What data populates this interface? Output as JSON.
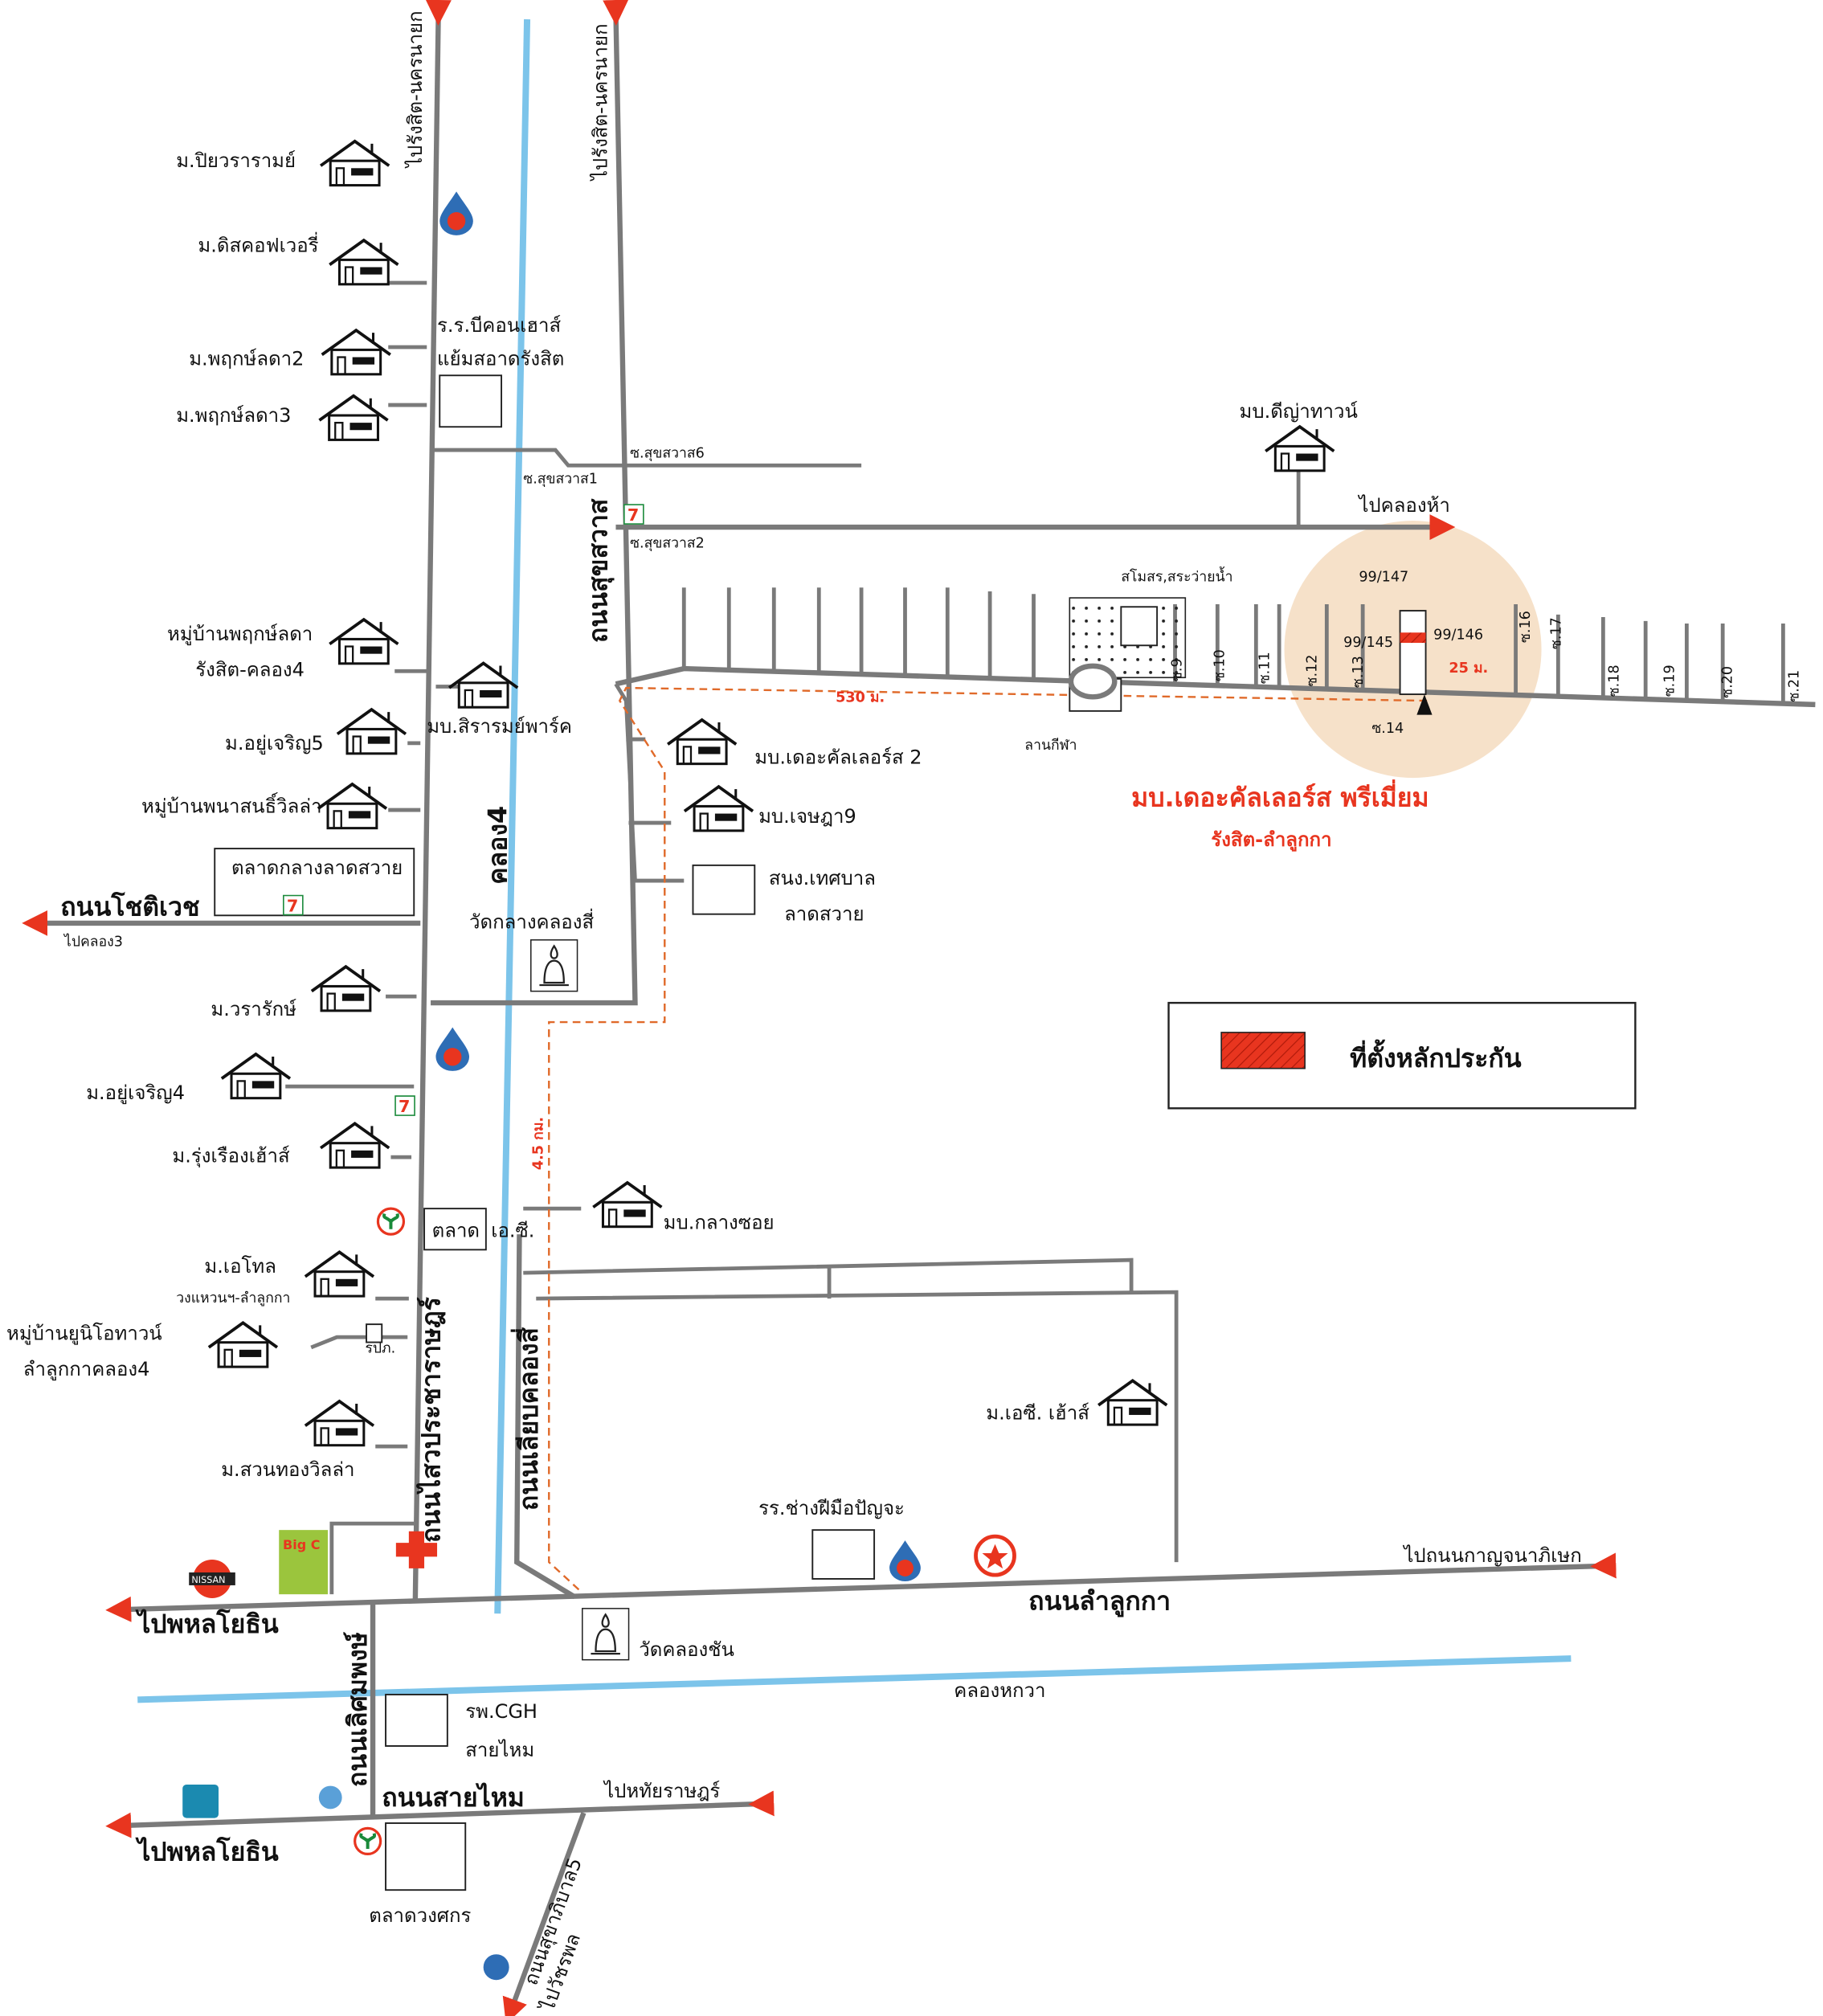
{
  "colors": {
    "road": "#7a7a7a",
    "canal": "#7cc4ea",
    "route": "#e06a2a",
    "arrow": "#e8351f",
    "highlight": "#f5dcc0",
    "collateral": "#e8351f"
  },
  "roads": {
    "sai_prachaya": "ถนนไสวประชาราษฎร์",
    "to_rangsit_1": "ไปรังสิต-นครนายก",
    "to_rangsit_2": "ไปรังสิต-นครนายก",
    "sukhasawat": "ถนนสุขสวาส",
    "khlong4": "คลอง4",
    "liap_khlong": "ถนนเลียบคลองสี่",
    "chotiwet": "ถนนโชติเวช",
    "to_khlong3": "ไปคลอง3",
    "soi6": "ซ.สุขสวาส6",
    "soi1": "ซ.สุขสวาส1",
    "soi2": "ซ.สุขสวาส2",
    "to_khlong5": "ไปคลองห้า",
    "lamlukka": "ถนนลำลูกกา",
    "to_kanchana": "ไปถนนกาญจนาภิเษก",
    "to_phahon_1": "ไปพหลโยธิน",
    "khlong_hok_wa": "คลองหกวา",
    "loet_phong": "ถนนเลิศมพงษ์",
    "sai_mai": "ถนนสายไหม",
    "to_hathai": "ไปหทัยราษฎร์",
    "to_phahon_2": "ไปพหลโยธิน",
    "sukhaphiban5": "ถนนสุขาภิบาล5",
    "to_watcharaphon": "ไปวัชรพล"
  },
  "places": {
    "piyawaram": "ม.ปิยวรารามย์",
    "discovery": "ม.ดิสคอฟเวอรี่",
    "pruksa2": "ม.พฤกษ์ลดา2",
    "pruksa3": "ม.พฤกษ์ลดา3",
    "beaconhouse_1": "ร.ร.บีคอนเฮาส์",
    "beaconhouse_2": "แย้มสอาดรังสิต",
    "dinya": "มบ.ดีญ่าทาวน์",
    "pruksa_k4_1": "หมู่บ้านพฤกษ์ลดา",
    "pruksa_k4_2": "รังสิต-คลอง4",
    "sirarom": "มบ.สิรารมย์พาร์ค",
    "yucharoen5": "ม.อยู่เจริญ5",
    "phanasan": "หมู่บ้านพนาสนธิ์วิลล่า",
    "market_latsawai": "ตลาดกลางลาดสวาย",
    "colors2": "มบ.เดอะคัลเลอร์ส 2",
    "chetsada9": "มบ.เจษฎา9",
    "sanong_1": "สนง.เทศบาล",
    "sanong_2": "ลาดสวาย",
    "wat_klang": "วัดกลางคลองสี่",
    "wararak": "ม.วรารักษ์",
    "yucharoen4": "ม.อยู่เจริญ4",
    "rungruang": "ม.รุ่งเรืองเฮ้าส์",
    "market_ac": "ตลาด",
    "market_ac2": "เอ.ซี.",
    "klangsoi": "มบ.กลางซอย",
    "otel": "ม.เอโทล",
    "otel_sub": "วงแหวนฯ-ลำลูกกา",
    "unio_1": "หมู่บ้านยูนิโอทาวน์",
    "unio_2": "ลำลูกกาคลอง4",
    "police": "รปภ.",
    "suanthong": "ม.สวนทองวิลล่า",
    "achouse": "ม.เอซี. เฮ้าส์",
    "craft_school": "รร.ช่างฝีมือปัญจะ",
    "wat_khlongchan": "วัดคลองชัน",
    "hospital_1": "รพ.CGH",
    "hospital_2": "สายไหม",
    "market_duangsakon": "ตลาดวงศกร",
    "club": "สโมสร,สระว่ายน้ำ",
    "sports": "ลานกีฬา",
    "nissan": "NISSAN",
    "bigc": "Big C"
  },
  "target": {
    "title": "มบ.เดอะคัลเลอร์ส พรีเมี่ยม",
    "subtitle": "รังสิต-ลำลูกกา",
    "plot_147": "99/147",
    "plot_145": "99/145",
    "plot_146": "99/146",
    "soi14": "ซ.14",
    "dist_530": "530 ม.",
    "dist_25": "25 ม.",
    "dist_45": "4.5 กม.",
    "sois": [
      "ซ.9",
      "ซ.10",
      "ซ.11",
      "ซ.12",
      "ซ.13",
      "ซ.16",
      "ซ.17",
      "ซ.18",
      "ซ.19",
      "ซ.20",
      "ซ.21"
    ]
  },
  "legend": {
    "label": "ที่ตั้งหลักประกัน"
  }
}
